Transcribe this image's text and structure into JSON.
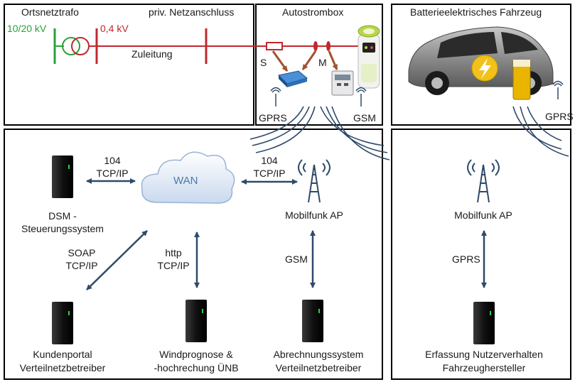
{
  "panels": {
    "grid": {
      "ortsnetztrafo": "Ortsnetztrafo",
      "netzanschluss": "priv. Netzanschluss",
      "mv": "10/20 kV",
      "lv": "0,4 kV",
      "zuleitung": "Zuleitung"
    },
    "box": {
      "title": "Autostrombox",
      "s": "S",
      "m": "M",
      "gprs": "GPRS",
      "gsm": "GSM"
    },
    "car": {
      "title": "Batterieelektrisches Fahrzeug",
      "gprs": "GPRS"
    }
  },
  "network": {
    "wan": "WAN",
    "link_dsm": [
      "104",
      "TCP/IP"
    ],
    "link_ap": [
      "104",
      "TCP/IP"
    ],
    "link_soap": [
      "SOAP",
      "TCP/IP"
    ],
    "link_http": [
      "http",
      "TCP/IP"
    ],
    "link_gsm": "GSM",
    "link_gprs": "GPRS"
  },
  "nodes": {
    "dsm": [
      "DSM -",
      "Steuerungssystem"
    ],
    "mobilfunk_left": "Mobilfunk AP",
    "mobilfunk_right": "Mobilfunk AP",
    "kundenportal": [
      "Kundenportal",
      "Verteilnetzbetreiber"
    ],
    "windprognose": [
      "Windprognose &",
      "-hochrechung ÜNB"
    ],
    "abrechnung": [
      "Abrechnungssystem",
      "Verteilnetzbetreiber"
    ],
    "erfassung": [
      "Erfassung Nutzerverhalten",
      "Fahrzeughersteller"
    ]
  },
  "colors": {
    "mv_green": "#2aa13a",
    "lv_red": "#c0282d",
    "arrow_blue": "#2f4a6a",
    "arrow_brown": "#a0522d"
  }
}
